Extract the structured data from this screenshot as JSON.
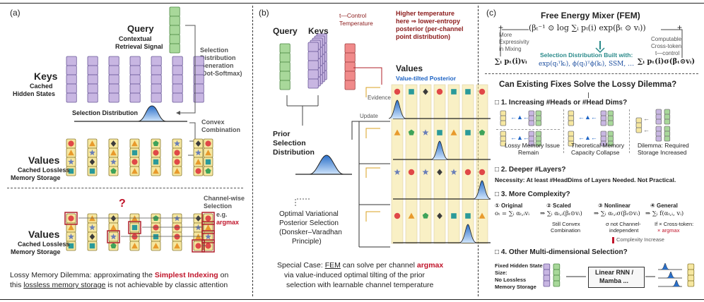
{
  "panel_a": {
    "label": "(a)",
    "query_title": "Query",
    "query_sub1": "Contextual",
    "query_sub2": "Retrieval Signal",
    "keys_title": "Keys",
    "keys_sub1": "Cached",
    "keys_sub2": "Hidden States",
    "selection_gen": [
      "Selection",
      "Distribution",
      "Generation",
      "(Dot-Softmax)"
    ],
    "selection_dist": "Selection Distribution",
    "convex": [
      "Convex",
      "Combination"
    ],
    "values_title": "Values",
    "values_sub1": "Cached Lossless",
    "values_sub2": "Memory Storage",
    "question": "?",
    "channel_wise": [
      "Channel-wise",
      "Selection"
    ],
    "eg": "e.g.",
    "argmax": "argmax",
    "values2_title": "Values",
    "values2_sub1": "Cached Lossless",
    "values2_sub2": "Memory Storage",
    "caption_pre": "Lossy Memory Dilemma: approximating the ",
    "caption_red": "Simplest Indexing",
    "caption_post": " on",
    "caption2_pre": "this ",
    "caption2_u": "lossless memory storage",
    "caption2_post": " is not achievable by classic attention"
  },
  "panel_b": {
    "label": "(b)",
    "query": "Query",
    "keys": "Keys",
    "t_control": "t—Control",
    "temperature": "Temperature",
    "higher_temp": [
      "Higher temperature",
      "here ⇒ lower-entropy",
      "posterior (per-channel",
      "point distribution)"
    ],
    "values": "Values",
    "value_tilted": "Value-tilted Posterior",
    "evidence": "Evidence",
    "update": "Update",
    "prior": [
      "Prior",
      "Selection",
      "Distribution"
    ],
    "optimal": [
      "Optimal Variational",
      "Posterior Selection",
      "(Donsker–Varadhan",
      "Principle)"
    ],
    "special_pre": "Special Case: ",
    "special_fem": "FEM",
    "special_mid": " can solve per channel ",
    "special_argmax": "argmax",
    "special2": "via value-induced optimal tilting of the prior",
    "special3": "selection with learnable channel temperature"
  },
  "panel_c": {
    "label": "(c)",
    "title": "Free Energy Mixer (FEM)",
    "formula": "(βₜ⁻¹ ⊙ log ∑ᵢ pₜ(i) exp(βₜ ⊙ vᵢ))",
    "more_expr": [
      "More",
      "Expressivity",
      "in Mixing"
    ],
    "computable": [
      "Computable",
      "Cross-token",
      "t—control"
    ],
    "sel_built": "Selection Distribution Built with:",
    "sel_funcs": "exp(qₜᵀkᵢ),  ϕ(qₜ)ᵀϕ(kᵢ),  SSM,  …",
    "left_sum": "∑ᵢ pₜ(i)vᵢ",
    "right_sum": "∑ᵢ pₜ(i)σ(βₜ⊙vᵢ)",
    "question_title": "Can Existing Fixes Solve the Lossy Dilemma?",
    "q1": "□ 1. Increasing #Heads or #Head Dims?",
    "q1_cap1": [
      "Lossy Memory Issue",
      "Remain"
    ],
    "q1_cap2": [
      "Theoretical Memory",
      "Capacity Collapse"
    ],
    "q1_cap3": [
      "Dilemma: Required",
      "Storage Increased"
    ],
    "q2": "□ 2. Deeper #Layers?",
    "q2_text": "Necessity: At least #HeadDims of Layers Needed. Not Practical.",
    "q3": "□ 3. More Complexity?",
    "q3_steps": [
      "① Original",
      "② Scaled",
      "③ Nonlinear",
      "④ General"
    ],
    "q3_eq1": "oₜ = ∑ᵢ αₜ,ᵢvᵢ",
    "q3_eq2": "⇒ ∑ᵢ αₜ,ᵢ(βₜ⊙vᵢ)",
    "q3_eq3": "⇒ ∑ᵢ αₜ,ᵢσ(βₜ⊙vᵢ)",
    "q3_eq4": "⇒ ∑ᵢ f(αₜ,ᵢ, vᵢ)",
    "q3_note2": [
      "Still Convex",
      "Combination"
    ],
    "q3_note3": [
      "σ not Channel-",
      "independent"
    ],
    "q3_note4": [
      "If × Cross-token:",
      "× argmax"
    ],
    "q3_complexity": "Complexity Increase",
    "q4": "□ 4. Other Multi-dimensional Selection?",
    "q4_left": [
      "Fixed Hidden State",
      "Size:",
      "No Lossless",
      "Memory Storage"
    ],
    "q4_box": [
      "Linear RNN /",
      "Mamba ..."
    ]
  },
  "colors": {
    "green": "#a8d89a",
    "purple": "#c8b6e2",
    "red": "#f08a8a",
    "yellow": "#f6e7a0",
    "dark_red": "#b0202a",
    "blue": "#1d63c4"
  }
}
